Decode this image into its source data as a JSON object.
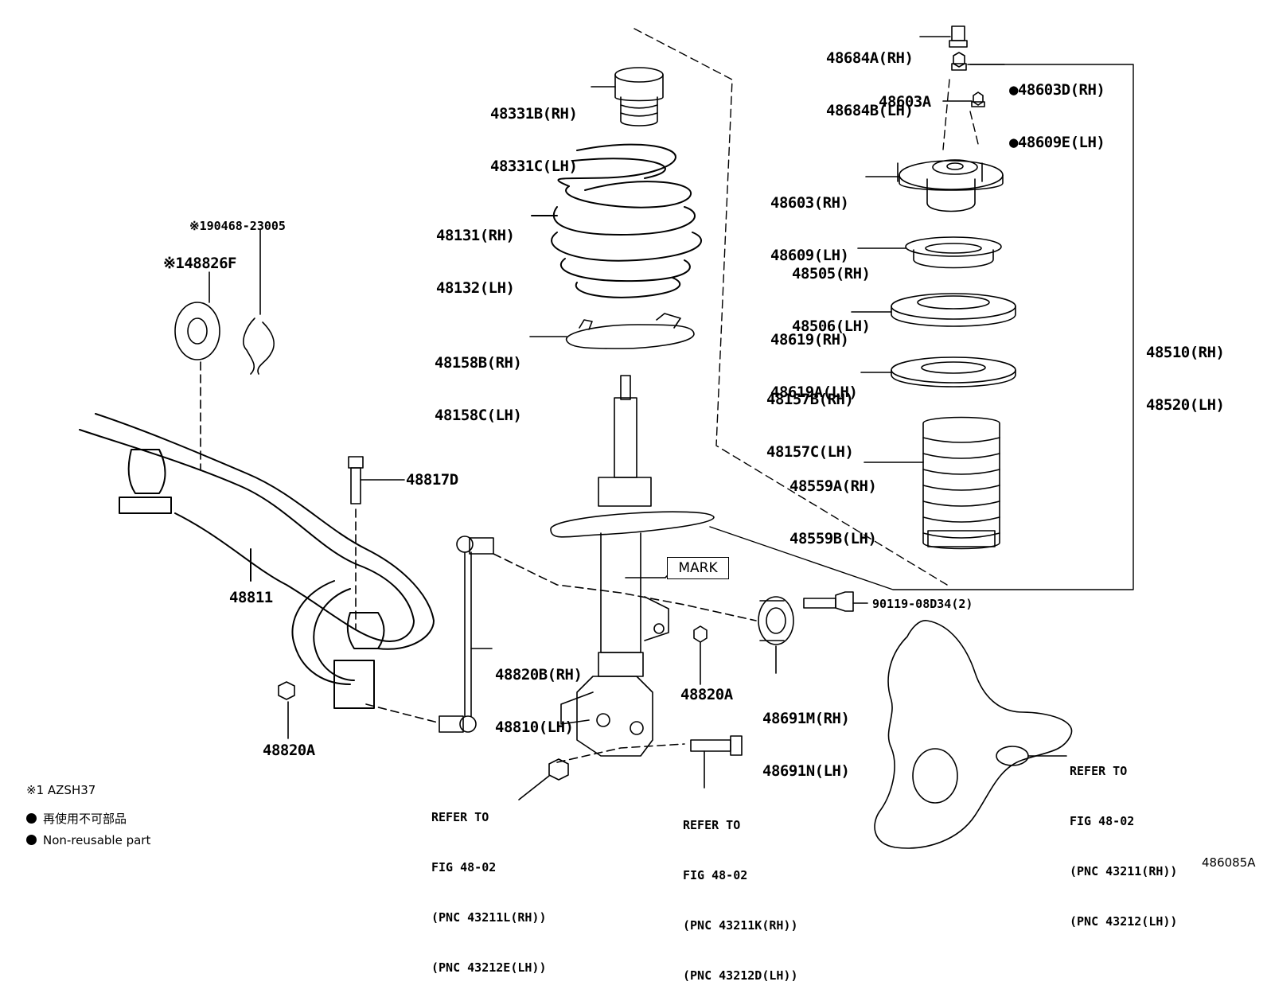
{
  "labels": {
    "p48684": [
      "48684A(RH)",
      "48684B(LH)"
    ],
    "p48603d": [
      "●48603D(RH)",
      "●48609E(LH)"
    ],
    "p48603a": "48603A",
    "p48331": [
      "48331B(RH)",
      "48331C(LH)"
    ],
    "p48603": [
      "48603(RH)",
      "48609(LH)"
    ],
    "p48131": [
      "48131(RH)",
      "48132(LH)"
    ],
    "p48505": [
      "48505(RH)",
      "48506(LH)"
    ],
    "p48619": [
      "48619(RH)",
      "48619A(LH)"
    ],
    "p48510": [
      "48510(RH)",
      "48520(LH)"
    ],
    "p48158": [
      "48158B(RH)",
      "48158C(LH)"
    ],
    "p48157": [
      "48157B(RH)",
      "48157C(LH)"
    ],
    "p48559": [
      "48559A(RH)",
      "48559B(LH)"
    ],
    "p190468": "※190468-23005",
    "p48826": "※148826F",
    "p48817": "48817D",
    "p48811": "48811",
    "p90119": "90119-08D34(2)",
    "p48820b": [
      "48820B(RH)",
      "48810(LH)"
    ],
    "p48820a_mid": "48820A",
    "p48691": [
      "48691M(RH)",
      "48691N(LH)"
    ],
    "p48820a_left": "48820A",
    "mark": "MARK",
    "ref_knuckle": [
      "REFER TO",
      "FIG 48-02",
      "(PNC 43211(RH))",
      "(PNC 43212(LH))"
    ],
    "ref_nut": [
      "REFER TO",
      "FIG 48-02",
      "(PNC 43211L(RH))",
      "(PNC 43212E(LH))"
    ],
    "ref_bolt": [
      "REFER TO",
      "FIG 48-02",
      "(PNC 43211K(RH))",
      "(PNC 43212D(LH))"
    ]
  },
  "legend": {
    "note1": "※1 AZSH37",
    "jp": "再使用不可部品",
    "en": "Non-reusable part"
  },
  "figure_id": "486085A"
}
